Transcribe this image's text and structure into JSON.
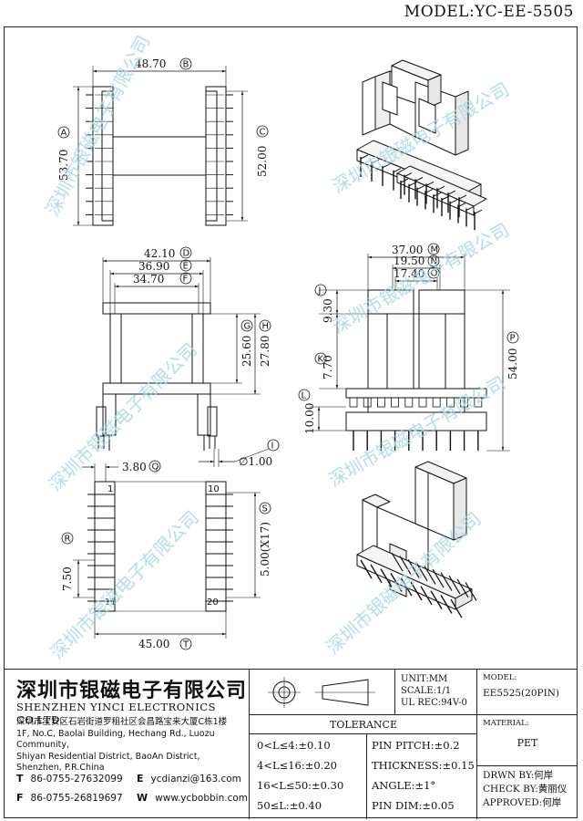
{
  "model_label": "MODEL:YC-EE-5505",
  "dimensions": {
    "B": "48.70",
    "A": "53.70",
    "C": "52.00",
    "D": "42.10",
    "E": "36.90",
    "F": "34.70",
    "G": "25.60",
    "H": "27.80",
    "I": "∅1.00",
    "M": "37.00",
    "N": "19.50",
    "O": "17.40",
    "J": "9.30",
    "K": "7.70",
    "L": "10.00",
    "P": "54.00",
    "Q": "3.80",
    "R": "7.50",
    "S": "5.00(X17)",
    "T": "45.00"
  },
  "dimension_letters": [
    "A",
    "B",
    "C",
    "D",
    "E",
    "F",
    "G",
    "H",
    "I",
    "J",
    "K",
    "L",
    "M",
    "N",
    "O",
    "P",
    "Q",
    "R",
    "S",
    "T"
  ],
  "pin_labels": {
    "first_top": "1",
    "last_top": "10",
    "first_bottom": "11",
    "last_bottom": "20"
  },
  "watermark": "深圳市银磁电子有限公司",
  "title_block": {
    "company_cn": "深圳市银磁电子有限公司",
    "company_en": "SHENZHEN YINCI ELECTRONICS CO,LTD.",
    "address_lines": [
      "深圳市宝安区石岩街道罗租社区会昌路宝来大厦C栋1楼",
      "1F, No.C, Baolai Building, Hechang Rd., Luozu Community,",
      "Shiyan Residential District, BaoAn District,",
      "Shenzhen, P.R.China"
    ],
    "tel_key": "T",
    "tel": "86-0755-27632099",
    "fax_key": "F",
    "fax": "86-0755-26819697",
    "email_key": "E",
    "email": "ycdianzi@163.com",
    "web_key": "W",
    "web": "www.ycbobbin.com",
    "unit": "UNIT:MM",
    "scale": "SCALE:1/1",
    "ul": "UL REC:94V-0",
    "tolerance_title": "TOLERANCE",
    "tol_left": [
      "0<L≤4:±0.10",
      "4<L≤16:±0.20",
      "16<L≤50:±0.30",
      "50≤L:±0.40"
    ],
    "tol_right": [
      "PIN PITCH:±0.2",
      "THICKNESS:±0.15",
      "ANGLE:±1°",
      "PIN DIM:±0.05"
    ],
    "model_key": "MODEL:",
    "model_value": "EE5525(20PIN)",
    "material_key": "MATERIAL:",
    "material_value": "PET",
    "drawn_by": "DRWN BY:何岸",
    "check_by": "CHECK BY:黄丽仪",
    "approved": "APPROVED:何岸"
  }
}
